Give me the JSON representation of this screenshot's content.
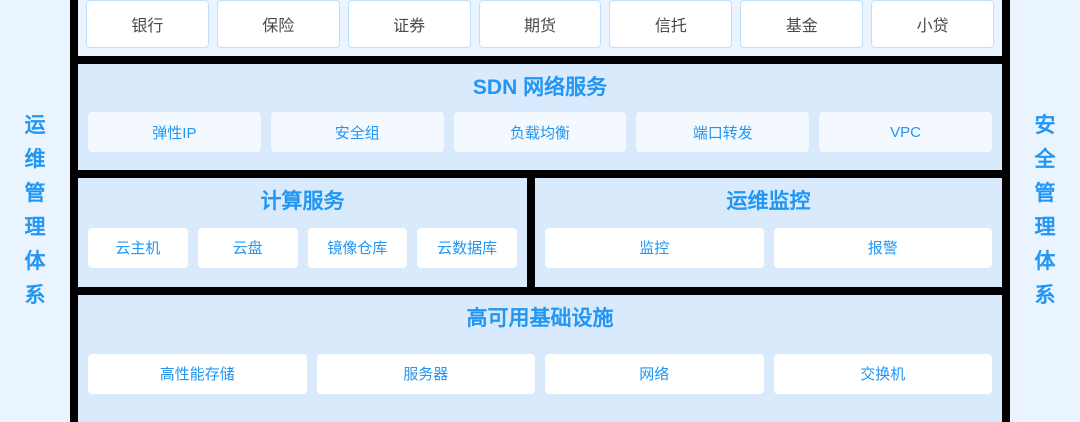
{
  "left_column": {
    "label": "运维管理体系"
  },
  "right_column": {
    "label": "安全管理体系"
  },
  "colors": {
    "accent_blue": "#2196f3",
    "band_bg": "#d8eafc",
    "page_bg": "#eaf4fe",
    "chip_border": "#bfe0fb",
    "frame_border": "#000000",
    "tint_box": "#f3f9ff",
    "white_box": "#ffffff",
    "chip_text": "#4a4a4a"
  },
  "industries": {
    "items": [
      {
        "label": "银行"
      },
      {
        "label": "保险"
      },
      {
        "label": "证券"
      },
      {
        "label": "期货"
      },
      {
        "label": "信托"
      },
      {
        "label": "基金"
      },
      {
        "label": "小贷"
      }
    ]
  },
  "sdn": {
    "title": "SDN 网络服务",
    "items": [
      {
        "label": "弹性IP"
      },
      {
        "label": "安全组"
      },
      {
        "label": "负载均衡"
      },
      {
        "label": "端口转发"
      },
      {
        "label": "VPC"
      }
    ]
  },
  "compute": {
    "title": "计算服务",
    "items": [
      {
        "label": "云主机"
      },
      {
        "label": "云盘"
      },
      {
        "label": "镜像仓库"
      },
      {
        "label": "云数据库"
      }
    ]
  },
  "ops_monitor": {
    "title": "运维监控",
    "items": [
      {
        "label": "监控"
      },
      {
        "label": "报警"
      }
    ]
  },
  "infrastructure": {
    "title": "高可用基础设施",
    "items": [
      {
        "label": "高性能存储"
      },
      {
        "label": "服务器"
      },
      {
        "label": "网络"
      },
      {
        "label": "交换机"
      }
    ]
  }
}
